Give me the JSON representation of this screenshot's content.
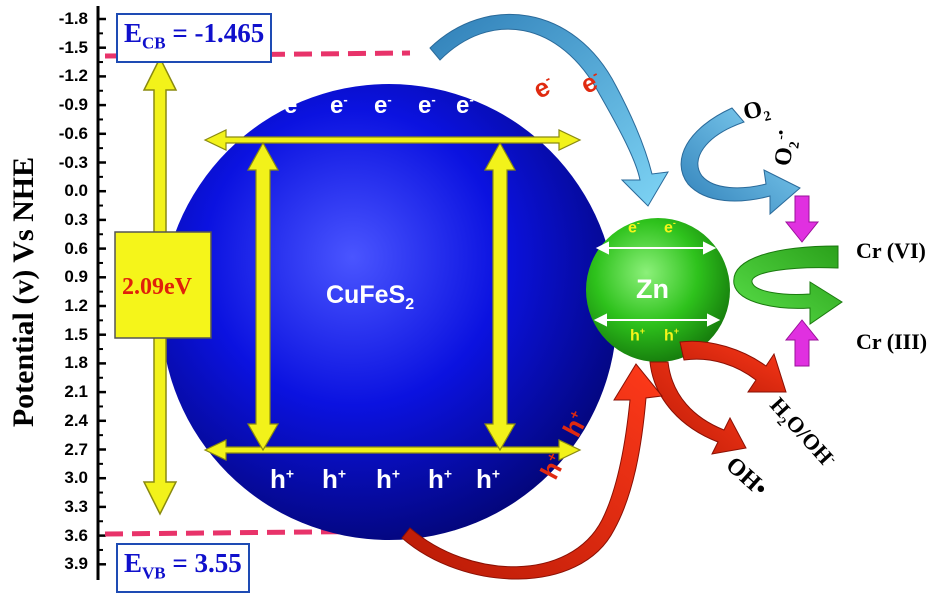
{
  "axis": {
    "title": "Potential (v) Vs NHE",
    "ticks": [
      "-1.8",
      "-1.5",
      "-1.2",
      "-0.9",
      "-0.6",
      "-0.3",
      "0.0",
      "0.3",
      "0.6",
      "0.9",
      "1.2",
      "1.5",
      "1.8",
      "2.1",
      "2.4",
      "2.7",
      "3.0",
      "3.3",
      "3.6",
      "3.9"
    ]
  },
  "ecb": {
    "symbol": "E",
    "sub": "CB",
    "value": " = -1.465"
  },
  "evb": {
    "symbol": "E",
    "sub": "VB",
    "value": " = 3.55"
  },
  "bandgap": "2.09eV",
  "semiconductor": {
    "base": "CuFeS",
    "sub": "2"
  },
  "cocatalyst": "Zn",
  "electron": {
    "sym": "e",
    "sup": "-"
  },
  "hole": {
    "sym": "h",
    "sup": "+"
  },
  "species": {
    "o2": {
      "base": "O",
      "sub": "2"
    },
    "superoxide": {
      "base": "O",
      "sub": "2",
      "sup": "-•"
    },
    "cr6": "Cr (VI)",
    "cr3": "Cr (III)",
    "h2o": {
      "a": "H",
      "sub": "2",
      "b": "O/OH",
      "sup": "-"
    },
    "oh": "OH•"
  },
  "colors": {
    "sphere_blue": "#0a12d8",
    "sphere_green": "#2ec21c",
    "arrow_yellow": "#f2f21a",
    "dashed_pink": "#e8336a",
    "arrow_sky": "#4aa6d8",
    "arrow_red": "#e02a10",
    "arrow_magenta": "#e030e0",
    "label_blue": "#1010cc"
  }
}
